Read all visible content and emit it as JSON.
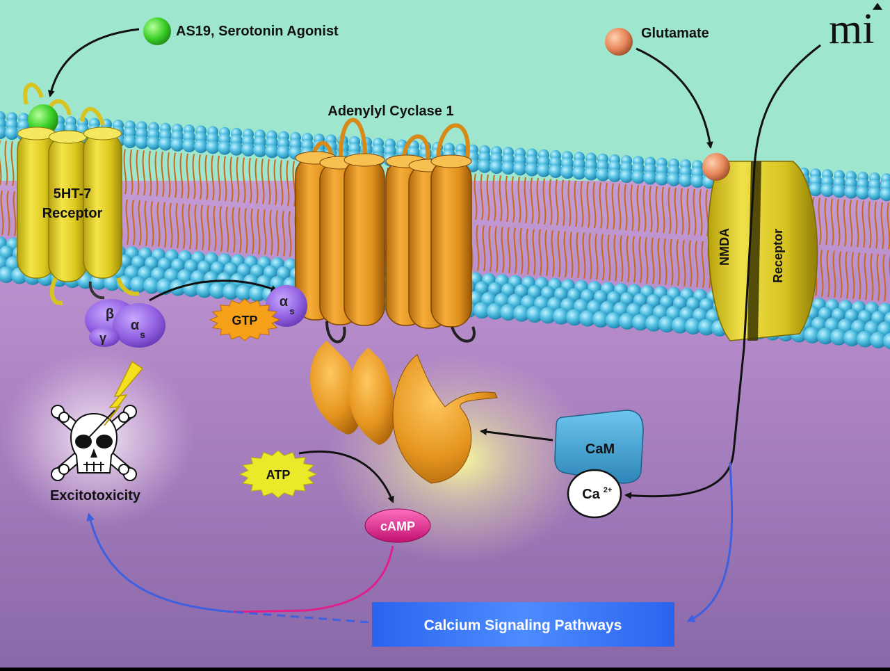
{
  "labels": {
    "agonist": "AS19, Serotonin Agonist",
    "glutamate": "Glutamate",
    "adenylyl_cyclase": "Adenylyl Cyclase 1",
    "receptor_5ht7_line1": "5HT-7",
    "receptor_5ht7_line2": "Receptor",
    "nmda_left": "NMDA",
    "nmda_right": "Receptor",
    "gtp": "GTP",
    "atp": "ATP",
    "camp": "cAMP",
    "cam": "CaM",
    "ca": "Ca",
    "ca_charge": "2+",
    "beta": "β",
    "gamma": "γ",
    "alpha_s": "α",
    "alpha_sub": "s",
    "excitotoxicity": "Excitotoxicity",
    "calcium_pathways": "Calcium Signaling Pathways",
    "logo": "mi"
  },
  "colors": {
    "extracellular": "#9fe6cf",
    "cytoplasm_top": "#c79ad6",
    "cytoplasm_bottom": "#8b66a8",
    "lipid_head": "#46b7dc",
    "lipid_tail": "#c86a1c",
    "receptor_yellow": "#e2cf26",
    "cyclase_orange": "#e3951f",
    "gprotein_purple": "#8f5ee0",
    "gtp_orange": "#f5a21a",
    "atp_yellow": "#eaea2a",
    "camp_magenta": "#e0208a",
    "cam_blue": "#3b9fd0",
    "pathway_blue": "#2a6cf0",
    "arrow_blue": "#3d5fe0",
    "arrow_magenta": "#e0208a"
  }
}
